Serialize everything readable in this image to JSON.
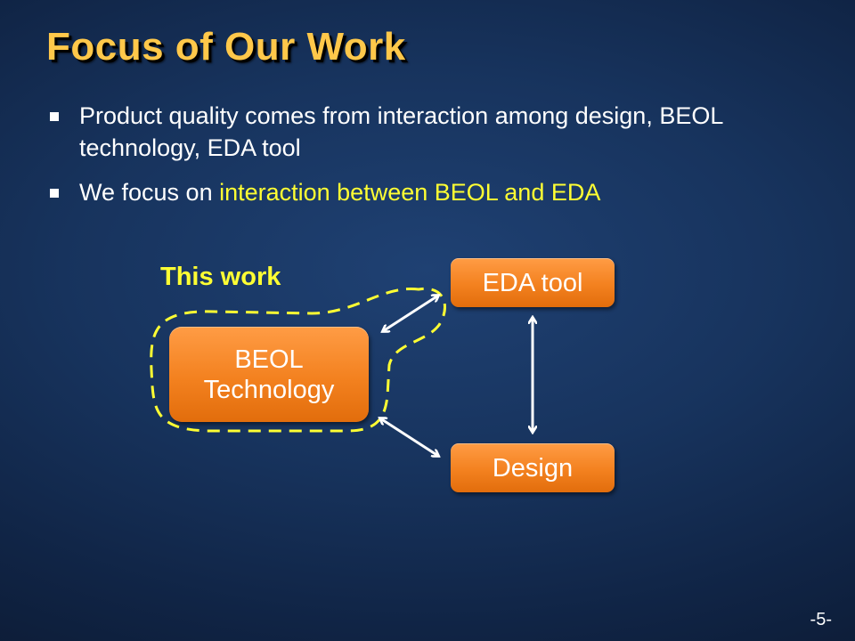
{
  "slide": {
    "title": "Focus of Our Work",
    "page_number": "-5-"
  },
  "bullets": [
    {
      "text": "Product quality comes from interaction among design, BEOL technology, EDA tool"
    },
    {
      "prefix": "We focus on ",
      "highlight": "interaction between BEOL and EDA"
    }
  ],
  "diagram": {
    "region_label": "This work",
    "nodes": {
      "eda": "EDA tool",
      "design": "Design",
      "beol_line1": "BEOL",
      "beol_line2": "Technology"
    },
    "colors": {
      "node_fill": "#f3811f",
      "region_outline": "#ffff33",
      "arrow": "#ffffff",
      "title": "#ffc84a",
      "highlight_text": "#ffff33"
    }
  }
}
